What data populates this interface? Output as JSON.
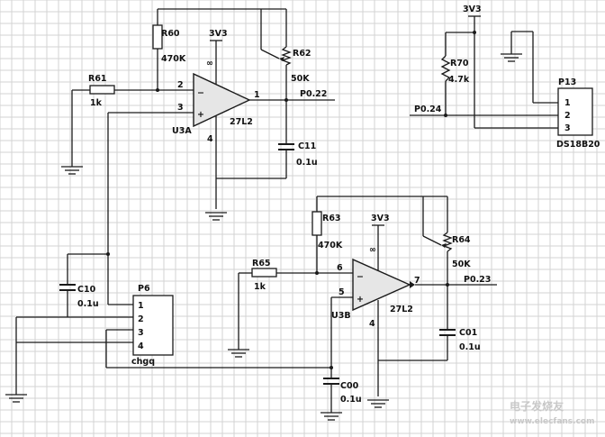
{
  "amp_a": {
    "r_in_ref": "R61",
    "r_in_val": "1k",
    "r_fb_ref": "R60",
    "r_fb_val": "470K",
    "pot_ref": "R62",
    "pot_val": "50K",
    "cap_ref": "C11",
    "cap_val": "0.1u",
    "supply": "3V3",
    "inf": "∞",
    "pin_inv": "2",
    "pin_noninv": "3",
    "pin_out": "1",
    "pin_gnd": "4",
    "ref": "U3A",
    "part": "27L2",
    "net_out": "P0.22"
  },
  "amp_b": {
    "r_in_ref": "R65",
    "r_in_val": "1k",
    "r_fb_ref": "R63",
    "r_fb_val": "470K",
    "pot_ref": "R64",
    "pot_val": "50K",
    "cap_ref": "C01",
    "cap_val": "0.1u",
    "supply": "3V3",
    "inf": "∞",
    "pin_inv": "6",
    "pin_noninv": "5",
    "pin_out": "7",
    "pin_gnd": "4",
    "ref": "U3B",
    "part": "27L2",
    "net_out": "P0.23"
  },
  "connector_p6": {
    "ref": "P6",
    "name": "chgq",
    "pins": [
      "1",
      "2",
      "3",
      "4"
    ]
  },
  "cap_c10": {
    "ref": "C10",
    "val": "0.1u"
  },
  "cap_c00": {
    "ref": "C00",
    "val": "0.1u"
  },
  "sensor": {
    "supply": "3V3",
    "r_ref": "R70",
    "r_val": "4.7k",
    "net": "P0.24",
    "conn_ref": "P13",
    "conn_name": "DS18B20",
    "pins": [
      "1",
      "2",
      "3"
    ]
  },
  "watermark": "电子发烧友",
  "watermark_sub": "www.elecfans.com"
}
